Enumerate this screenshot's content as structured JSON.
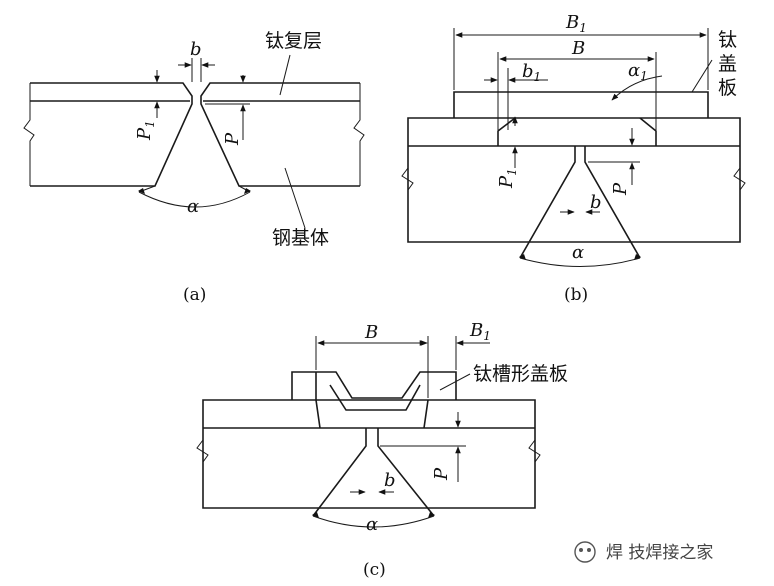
{
  "figure_a": {
    "caption": "(a)",
    "label_b": "b",
    "label_p1": "P",
    "label_p1_sub": "1",
    "label_p": "P",
    "label_alpha": "α",
    "label_clad": "钛复层",
    "label_steel": "钢基体"
  },
  "figure_b": {
    "caption": "(b)",
    "label_B1": "B",
    "label_B1_sub": "1",
    "label_B": "B",
    "label_b1": "b",
    "label_b1_sub": "1",
    "label_alpha1": "α",
    "label_alpha1_sub": "1",
    "label_p1": "P",
    "label_p1_sub": "1",
    "label_p": "P",
    "label_b": "b",
    "label_alpha": "α",
    "label_cover_1": "钛",
    "label_cover_2": "盖",
    "label_cover_3": "板"
  },
  "figure_c": {
    "caption": "(c)",
    "label_B": "B",
    "label_B1": "B",
    "label_B1_sub": "1",
    "label_cover": "钛槽形盖板",
    "label_p": "P",
    "label_b": "b",
    "label_alpha": "α"
  },
  "watermark": {
    "text": "焊 技焊接之家"
  }
}
